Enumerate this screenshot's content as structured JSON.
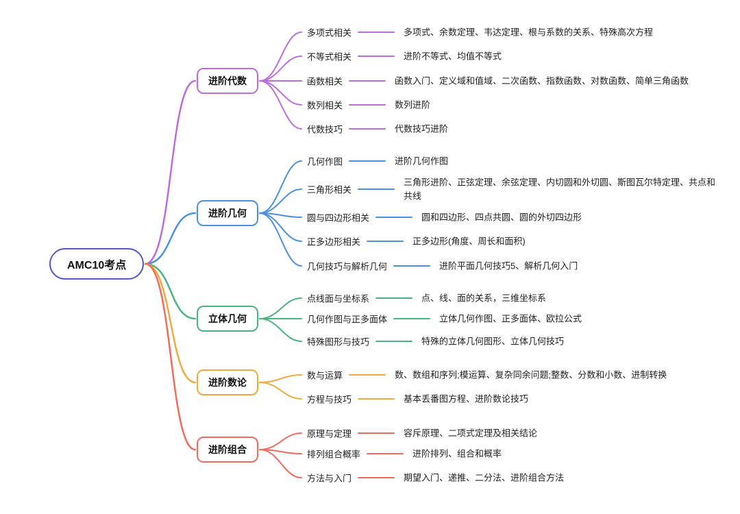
{
  "root": {
    "label": "AMC10考点",
    "color": "#5457d0"
  },
  "branches": [
    {
      "label": "进阶代数",
      "color": "#bd6ce0",
      "children": [
        {
          "label": "多项式相关",
          "detail": "多项式、余数定理、韦达定理、根与系数的关系、特殊高次方程"
        },
        {
          "label": "不等式相关",
          "detail": "进阶不等式、均值不等式"
        },
        {
          "label": "函数相关",
          "detail": "函数入门、定义域和值域、二次函数、指数函数、对数函数、简单三角函数"
        },
        {
          "label": "数列相关",
          "detail": "数列进阶"
        },
        {
          "label": "代数技巧",
          "detail": "代数技巧进阶"
        }
      ]
    },
    {
      "label": "进阶几何",
      "color": "#4a90e2",
      "children": [
        {
          "label": "几何作图",
          "detail": "进阶几何作图"
        },
        {
          "label": "三角形相关",
          "detail": "三角形进阶、正弦定理、余弦定理、内切圆和外切圆、斯图瓦尔特定理、共点和共线"
        },
        {
          "label": "圆与四边形相关",
          "detail": "圆和四边形、四点共圆、圆的外切四边形"
        },
        {
          "label": "正多边形相关",
          "detail": "正多边形(角度、周长和面积)"
        },
        {
          "label": "几何技巧与解析几何",
          "detail": "进阶平面几何技巧5、解析几何入门"
        }
      ]
    },
    {
      "label": "立体几何",
      "color": "#4ab47e",
      "children": [
        {
          "label": "点线面与坐标系",
          "detail": "点、线、面的关系，三维坐标系"
        },
        {
          "label": "几何作图与正多面体",
          "detail": "立体几何作图、正多面体、欧拉公式"
        },
        {
          "label": "特殊图形与技巧",
          "detail": "特殊的立体几何图形、立体几何技巧"
        }
      ]
    },
    {
      "label": "进阶数论",
      "color": "#f2a93c",
      "children": [
        {
          "label": "数与运算",
          "detail": "数、数组和序列;模运算、复杂同余问题;整数、分数和小数、进制转换"
        },
        {
          "label": "方程与技巧",
          "detail": "基本丢番图方程、进阶数论技巧"
        }
      ]
    },
    {
      "label": "进阶组合",
      "color": "#f26a5c",
      "children": [
        {
          "label": "原理与定理",
          "detail": "容斥原理、二项式定理及相关结论"
        },
        {
          "label": "排列组合概率",
          "detail": "进阶排列、组合和概率"
        },
        {
          "label": "方法与入门",
          "detail": "期望入门、递推、二分法、进阶组合方法"
        }
      ]
    }
  ]
}
